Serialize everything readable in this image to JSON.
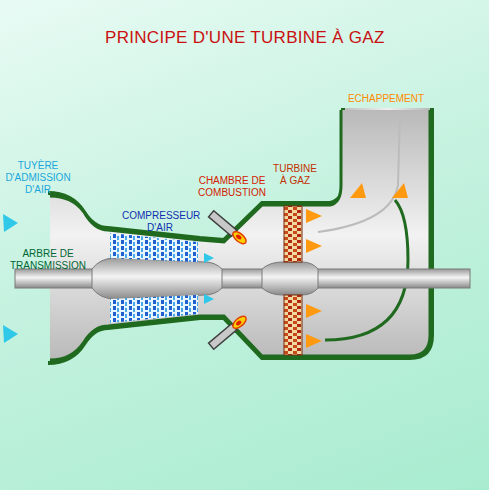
{
  "diagram": {
    "title": "PRINCIPE D'UNE TURBINE À GAZ",
    "labels": [
      "ECHAPPEMENT",
      "TUYÈRE D'ADMISSION D'AIR",
      "CHAMBRE DE COMBUSTION",
      "TURBINE À GAZ",
      "COMPRESSEUR D'AIR",
      "ARBRE DE TRANSMISSION"
    ]
  }
}
